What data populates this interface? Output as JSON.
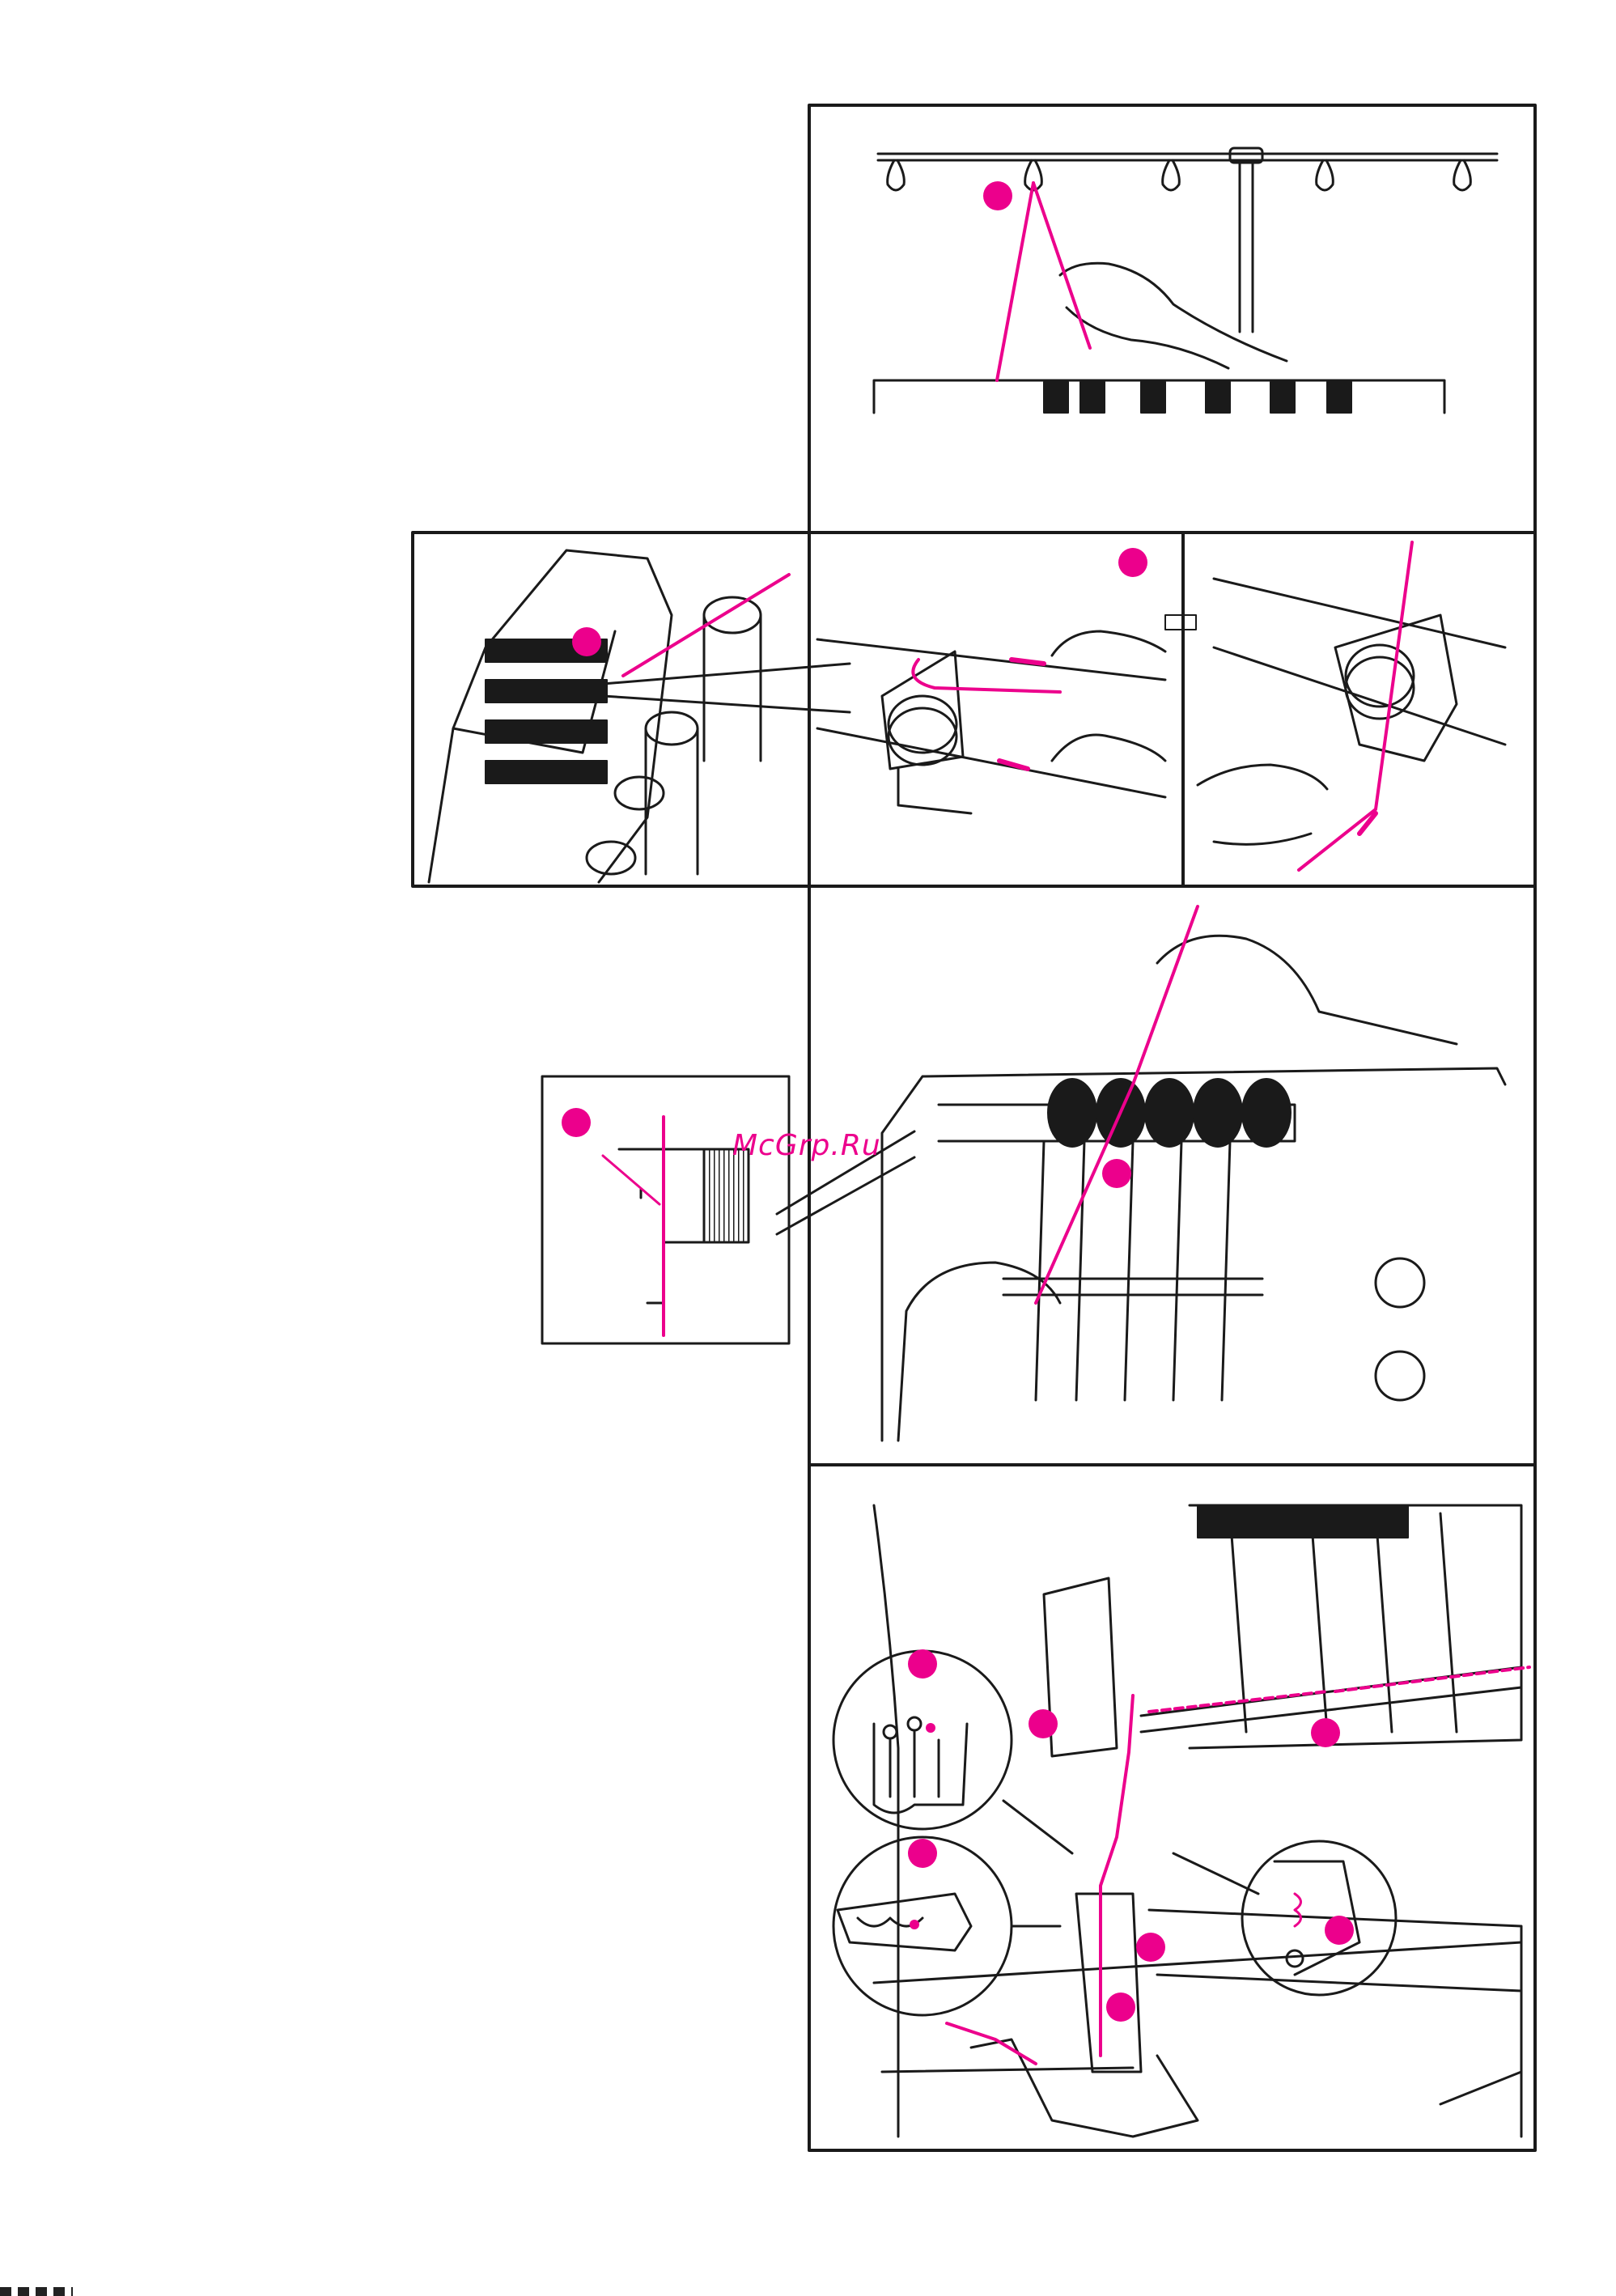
{
  "document": {
    "type": "sewing machine manual page - serger threading illustrations",
    "watermark_text": "McGrp.Ru",
    "colors": {
      "line": "#1a1a1a",
      "accent": "#ec008c",
      "background": "#ffffff"
    }
  },
  "steps": [
    {
      "panel": "thread-stand"
    },
    {
      "panel": "tension-guides-overview"
    },
    {
      "panel": "guide-threading-a"
    },
    {
      "panel": "guide-threading-b"
    },
    {
      "panel": "tension-disc-threading"
    },
    {
      "panel": "tension-disc-detail"
    },
    {
      "panel": "needle-area-threading"
    }
  ]
}
